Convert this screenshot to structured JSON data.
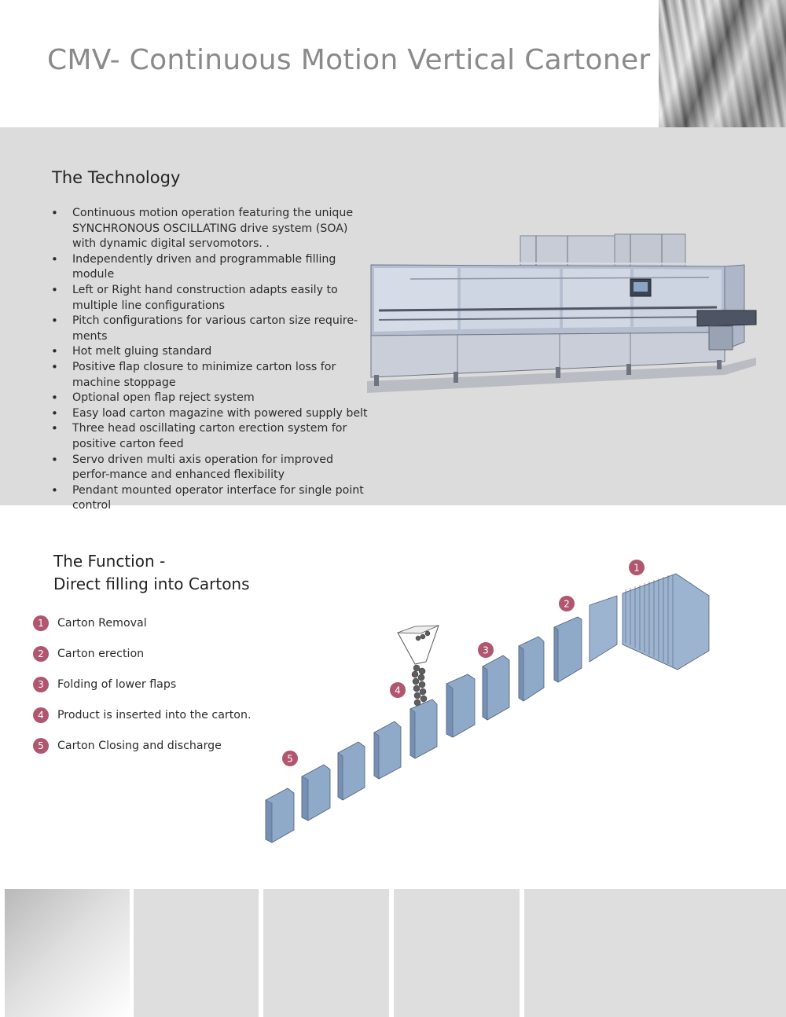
{
  "title": "CMV- Continuous Motion Vertical Cartoner",
  "technology": {
    "heading": "The Technology",
    "bullets": [
      "Continuous motion operation featuring the unique SYNCHRONOUS OSCILLATING drive system (SOA) with dynamic digital servomotors. .",
      "Independently driven and programmable filling module",
      "Left or Right hand construction adapts easily to multiple line configurations",
      "Pitch configurations for various carton size require-ments",
      "Hot melt gluing standard",
      "Positive flap closure to minimize carton loss for machine stoppage",
      "Optional open flap reject system",
      "Easy load carton magazine with powered supply belt",
      "Three head oscillating carton erection system for positive carton feed",
      "Servo driven multi axis operation for improved perfor-mance and enhanced flexibility",
      "Pendant mounted operator interface for single point control"
    ]
  },
  "function": {
    "heading_line1": "The Function -",
    "heading_line2": "Direct filling into Cartons",
    "steps": [
      {
        "num": "1",
        "label": "Carton Removal"
      },
      {
        "num": "2",
        "label": "Carton erection"
      },
      {
        "num": "3",
        "label": "Folding of lower flaps"
      },
      {
        "num": "4",
        "label": "Product is inserted into the carton."
      },
      {
        "num": "5",
        "label": "Carton Closing and discharge"
      }
    ],
    "diagram_markers": [
      "1",
      "2",
      "3",
      "4",
      "5"
    ]
  },
  "colors": {
    "badge": "#b0566e",
    "band": "#dcdcdc",
    "carton": "#8fa9c8",
    "title": "#8a8a8a"
  }
}
